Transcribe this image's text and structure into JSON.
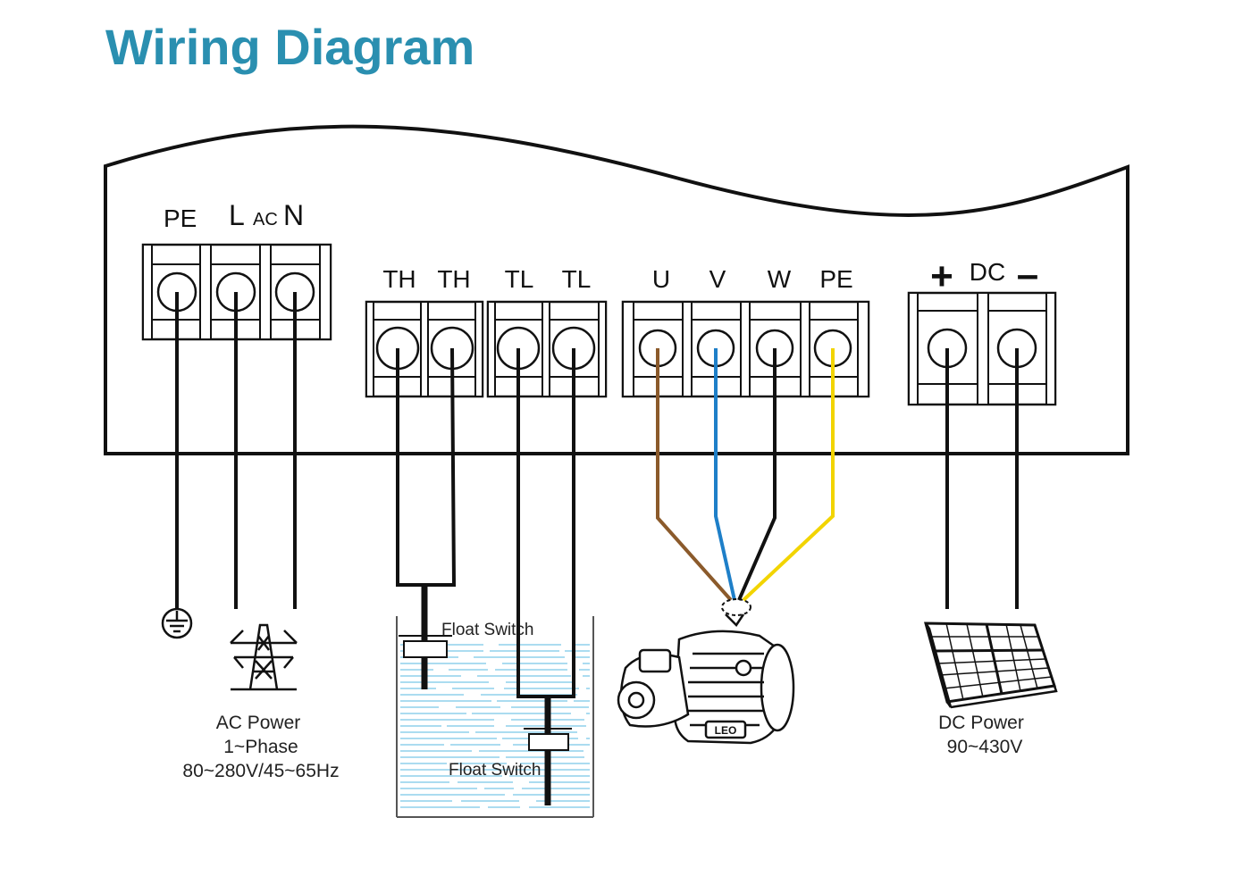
{
  "title": "Wiring Diagram",
  "ac_block": {
    "pe": "PE",
    "l": "L",
    "ac": "AC",
    "n": "N"
  },
  "float_block": {
    "th1": "TH",
    "th2": "TH",
    "tl1": "TL",
    "tl2": "TL"
  },
  "motor_block": {
    "u": "U",
    "v": "V",
    "w": "W",
    "pe": "PE"
  },
  "dc_block": {
    "plus": "+",
    "dc": "DC",
    "minus": "–"
  },
  "ac_power": {
    "line1": "AC Power",
    "line2": "1~Phase",
    "line3": "80~280V/45~65Hz"
  },
  "dc_power": {
    "line1": "DC Power",
    "line2": "90~430V"
  },
  "float_switch_top": "Float Switch",
  "float_switch_bottom": "Float Switch",
  "pump_brand": "LEO",
  "colors": {
    "title": "#2a8fb0",
    "wire_u": "#8b5a2b",
    "wire_v": "#1e7fc8",
    "wire_w": "#111111",
    "wire_pe": "#f2d400",
    "water": "#8fd0ec"
  }
}
